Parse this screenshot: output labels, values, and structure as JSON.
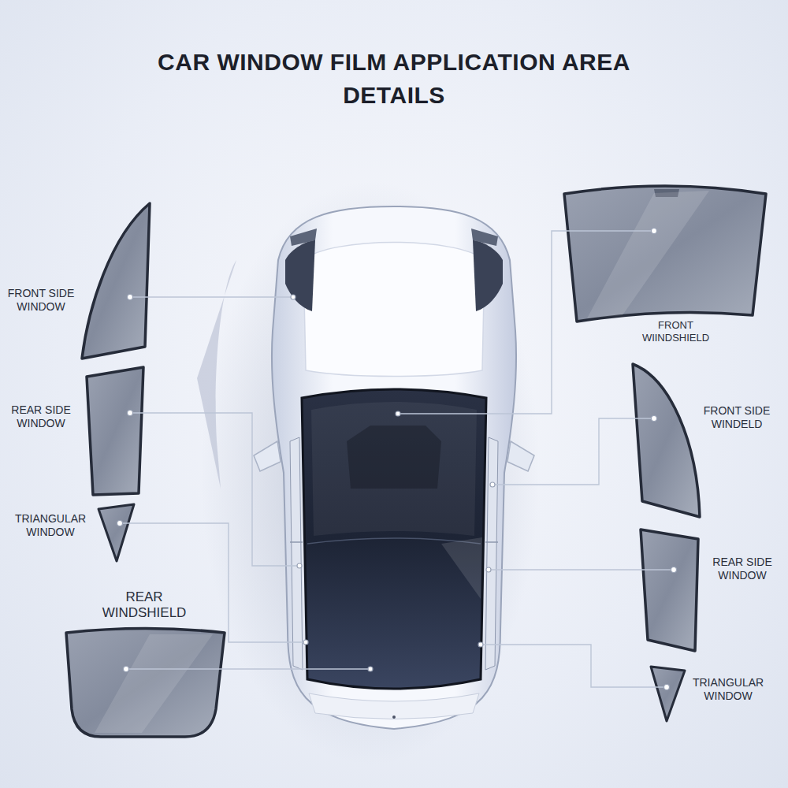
{
  "diagram": {
    "title": "CAR WINDOW FILM APPLICATION AREA DETAILS",
    "labels": [
      "FRONT SIDE WINDOW",
      "REAR SIDE WINDOW",
      "TRIANGULAR WINDOW",
      "REAR WINDSHIELD",
      "FRONT WIINDSHIELD",
      "FRONT SIDE WINDELD",
      "REAR SIDE WINDOW",
      "TRIANGULAR WINDOW"
    ]
  }
}
